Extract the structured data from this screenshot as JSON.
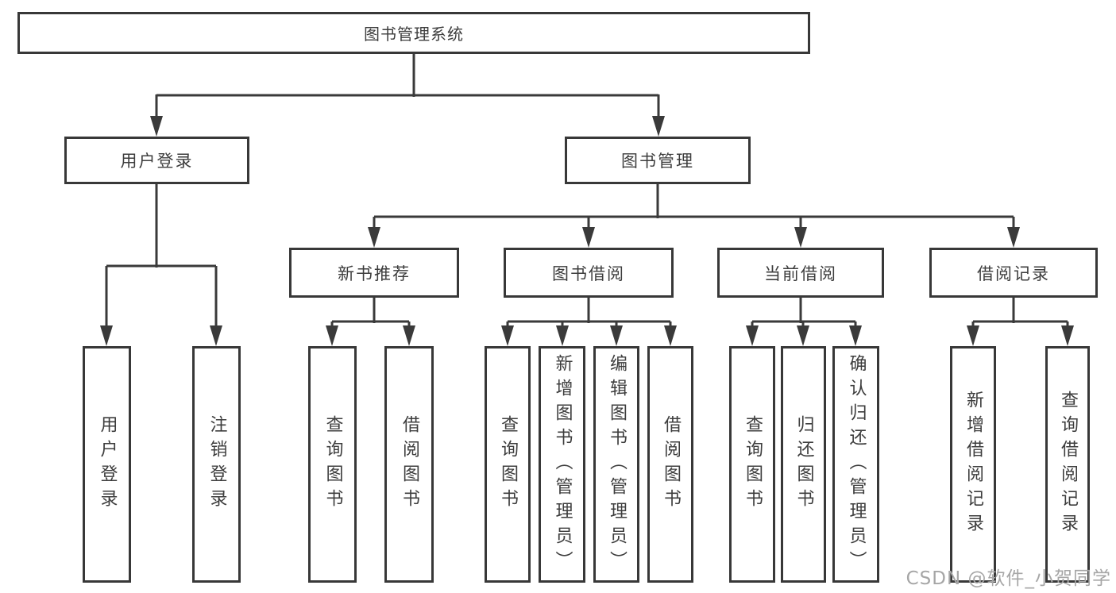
{
  "diagram": {
    "root": {
      "label": "图书管理系统"
    },
    "level2": [
      {
        "label": "用户登录"
      },
      {
        "label": "图书管理"
      }
    ],
    "level3": [
      {
        "label": "新书推荐"
      },
      {
        "label": "图书借阅"
      },
      {
        "label": "当前借阅"
      },
      {
        "label": "借阅记录"
      }
    ],
    "leaves": [
      {
        "label": "用户登录"
      },
      {
        "label": "注销登录"
      },
      {
        "label": "查询图书"
      },
      {
        "label": "借阅图书"
      },
      {
        "label": "查询图书"
      },
      {
        "label": "新增图书（管理员）"
      },
      {
        "label": "编辑图书（管理员）"
      },
      {
        "label": "借阅图书"
      },
      {
        "label": "查询图书"
      },
      {
        "label": "归还图书"
      },
      {
        "label": "确认归还（管理员）"
      },
      {
        "label": "新增借阅记录"
      },
      {
        "label": "查询借阅记录"
      }
    ]
  },
  "watermark": {
    "text": "CSDN @软件_小贺同学"
  },
  "colors": {
    "line": "#3a3a3a",
    "border": "#383838",
    "text": "#3d3d3d",
    "watermark": "#a6a6a6",
    "background": "#ffffff"
  }
}
